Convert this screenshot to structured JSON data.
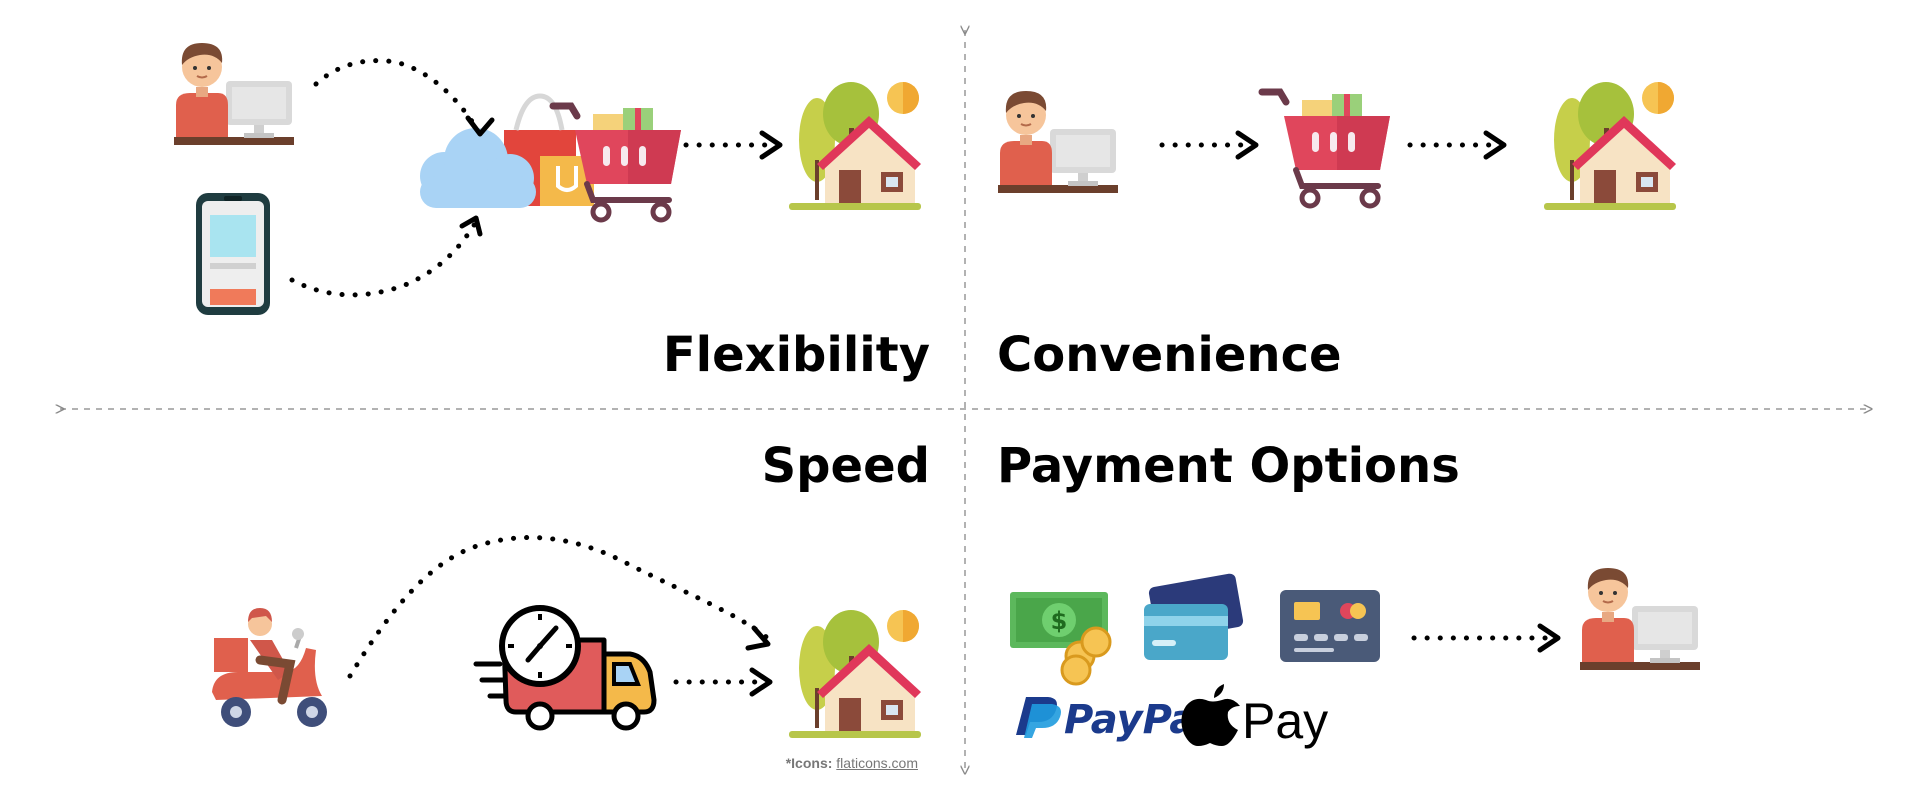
{
  "quadrants": {
    "flexibility": {
      "title": "Flexibility"
    },
    "convenience": {
      "title": "Convenience"
    },
    "speed": {
      "title": "Speed"
    },
    "payment_options": {
      "title": "Payment Options"
    }
  },
  "brands": {
    "paypal": "PayPal",
    "apple_pay": "Pay"
  },
  "money": {
    "currency_symbol": "$"
  },
  "credit": {
    "prefix": "*Icons:",
    "link": "flaticons.com"
  },
  "colors": {
    "shirt": "#e0604d",
    "skin": "#f6c59b",
    "hair": "#7a4a33",
    "monitor": "#d9d9d9",
    "cart": "#e0465c",
    "cloud": "#a9d3f5",
    "roof": "#e0375a",
    "house_wall": "#f7e3c4",
    "tree": "#c6cf4a",
    "sun": "#f6c453",
    "truck": "#e05b5b",
    "cash": "#5cb85c",
    "card_dark": "#4a5a78",
    "paypal_dark": "#1b3a8c",
    "paypal_light": "#1f9bde",
    "divider": "#999999"
  }
}
